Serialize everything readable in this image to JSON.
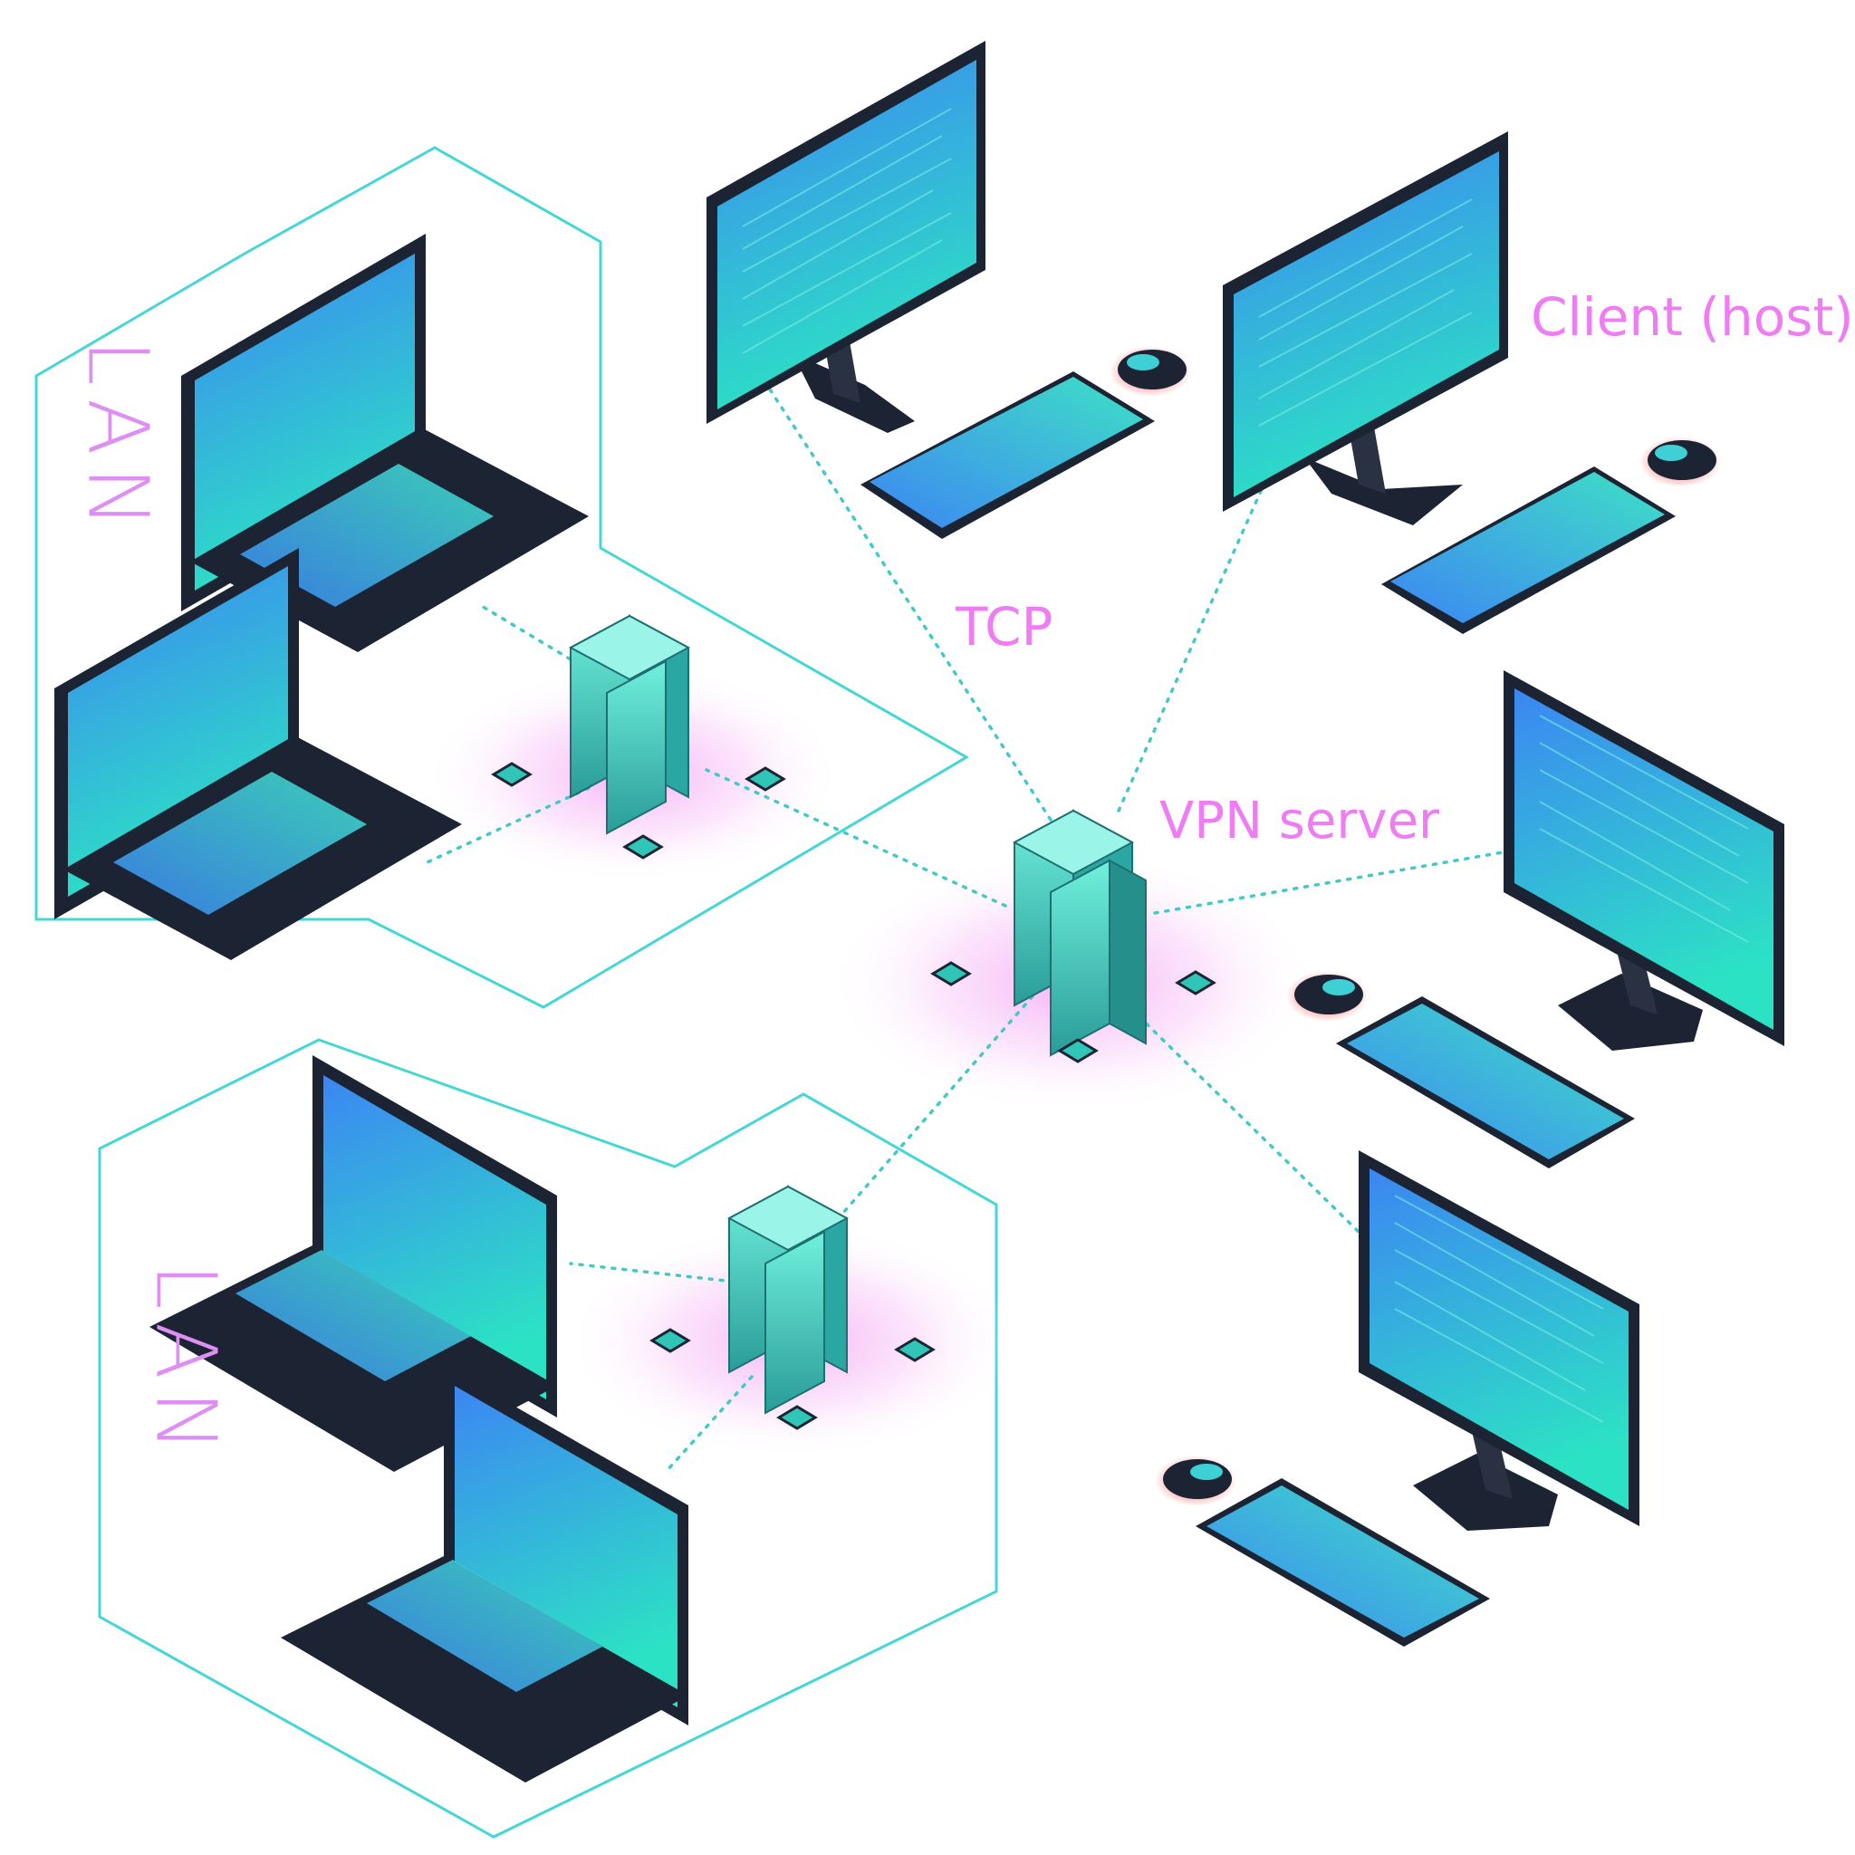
{
  "diagram": {
    "labels": {
      "client_host": "Client (host)",
      "tcp": "TCP",
      "vpn_server": "VPN server",
      "lan_top": "LAN",
      "lan_bottom": "LAN"
    },
    "nodes": [
      {
        "id": "vpn-server",
        "kind": "server-cluster"
      },
      {
        "id": "lan-top-hub",
        "kind": "server-cluster"
      },
      {
        "id": "lan-bottom-hub",
        "kind": "server-cluster"
      },
      {
        "id": "desktop-1",
        "kind": "desktop"
      },
      {
        "id": "desktop-2",
        "kind": "desktop"
      },
      {
        "id": "desktop-3",
        "kind": "desktop"
      },
      {
        "id": "desktop-4",
        "kind": "desktop"
      },
      {
        "id": "laptop-lan-top-1",
        "kind": "laptop"
      },
      {
        "id": "laptop-lan-top-2",
        "kind": "laptop"
      },
      {
        "id": "laptop-lan-bottom-1",
        "kind": "laptop"
      },
      {
        "id": "laptop-lan-bottom-2",
        "kind": "laptop"
      }
    ],
    "edges": [
      {
        "from": "vpn-server",
        "to": "desktop-1"
      },
      {
        "from": "vpn-server",
        "to": "desktop-2"
      },
      {
        "from": "vpn-server",
        "to": "desktop-3"
      },
      {
        "from": "vpn-server",
        "to": "desktop-4"
      },
      {
        "from": "vpn-server",
        "to": "lan-top-hub"
      },
      {
        "from": "vpn-server",
        "to": "lan-bottom-hub"
      },
      {
        "from": "lan-top-hub",
        "to": "laptop-lan-top-1"
      },
      {
        "from": "lan-top-hub",
        "to": "laptop-lan-top-2"
      },
      {
        "from": "lan-bottom-hub",
        "to": "laptop-lan-bottom-1"
      },
      {
        "from": "lan-bottom-hub",
        "to": "laptop-lan-bottom-2"
      }
    ],
    "colors": {
      "lan_outline": "#45d6d6",
      "connection": "#45c8c8",
      "label": "#ee7cf2",
      "glow": "#f6a8f6",
      "device_dark": "#1c2433",
      "screen_top": "#3d8bf0",
      "screen_bottom": "#2ee0c6",
      "key": "#40dcc4"
    },
    "icons": [
      "server-cluster-icon",
      "desktop-monitor-icon",
      "laptop-icon",
      "keyboard-icon",
      "mouse-icon",
      "router-chip-icon"
    ]
  }
}
